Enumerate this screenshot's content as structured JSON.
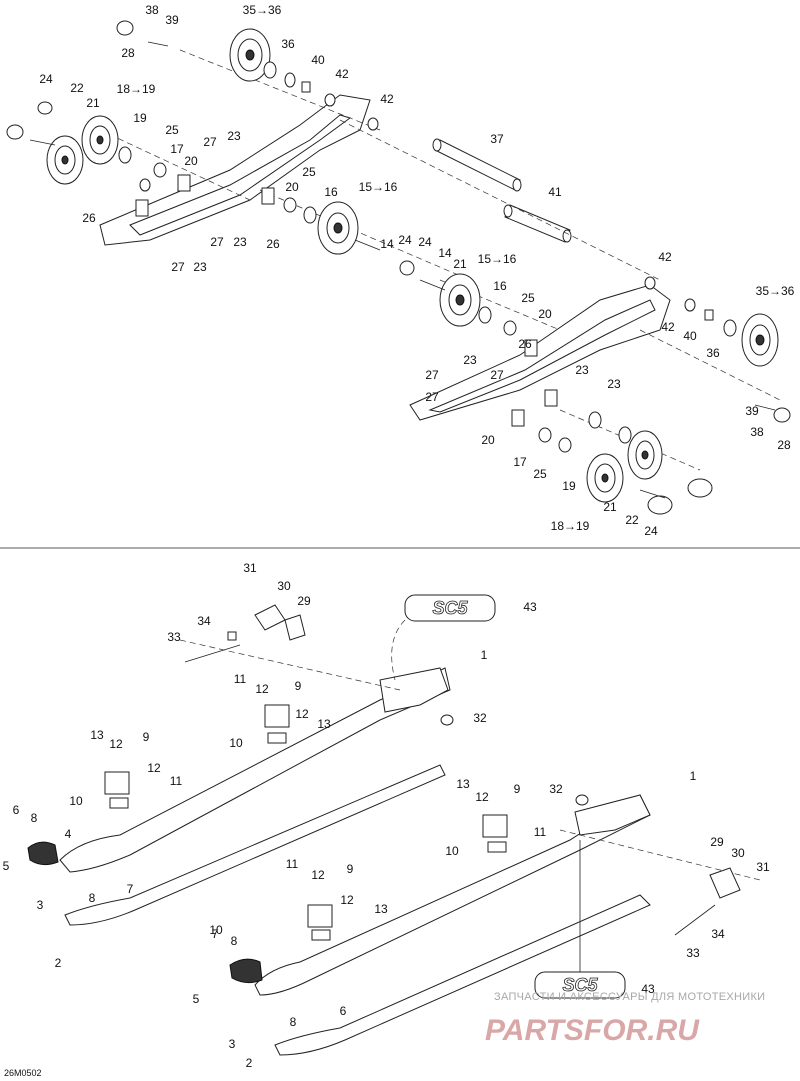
{
  "diagram_code": "26M0502",
  "watermark": {
    "line1": "ЗАПЧАСТИ И АКСЕССУАРЫ ДЛЯ МОТОТЕХНИКИ",
    "line2": "PARTSFOR.RU"
  },
  "top_section": {
    "callouts": [
      "38",
      "39",
      "28",
      "35→36",
      "36",
      "40",
      "42",
      "42",
      "24",
      "22",
      "21",
      "18→19",
      "19",
      "25",
      "17",
      "20",
      "27",
      "23",
      "37",
      "41",
      "16",
      "15→16",
      "25",
      "20",
      "26",
      "26",
      "27",
      "23",
      "27",
      "23",
      "14",
      "24",
      "24",
      "14",
      "21",
      "15→16",
      "16",
      "25",
      "20",
      "26",
      "42",
      "42",
      "40",
      "36",
      "35→36",
      "23",
      "27",
      "23",
      "27",
      "23",
      "27",
      "20",
      "17",
      "25",
      "19",
      "21",
      "22",
      "24",
      "18→19",
      "39",
      "38",
      "28"
    ]
  },
  "bottom_section": {
    "callouts": [
      "31",
      "30",
      "29",
      "43",
      "34",
      "33",
      "1",
      "11",
      "12",
      "9",
      "32",
      "12",
      "13",
      "10",
      "13",
      "12",
      "9",
      "12",
      "11",
      "10",
      "6",
      "8",
      "4",
      "5",
      "7",
      "3",
      "8",
      "2",
      "13",
      "12",
      "9",
      "11",
      "32",
      "1",
      "10",
      "11",
      "12",
      "9",
      "12",
      "13",
      "29",
      "30",
      "31",
      "10",
      "7",
      "8",
      "6",
      "5",
      "3",
      "8",
      "33",
      "34",
      "2",
      "43"
    ]
  }
}
